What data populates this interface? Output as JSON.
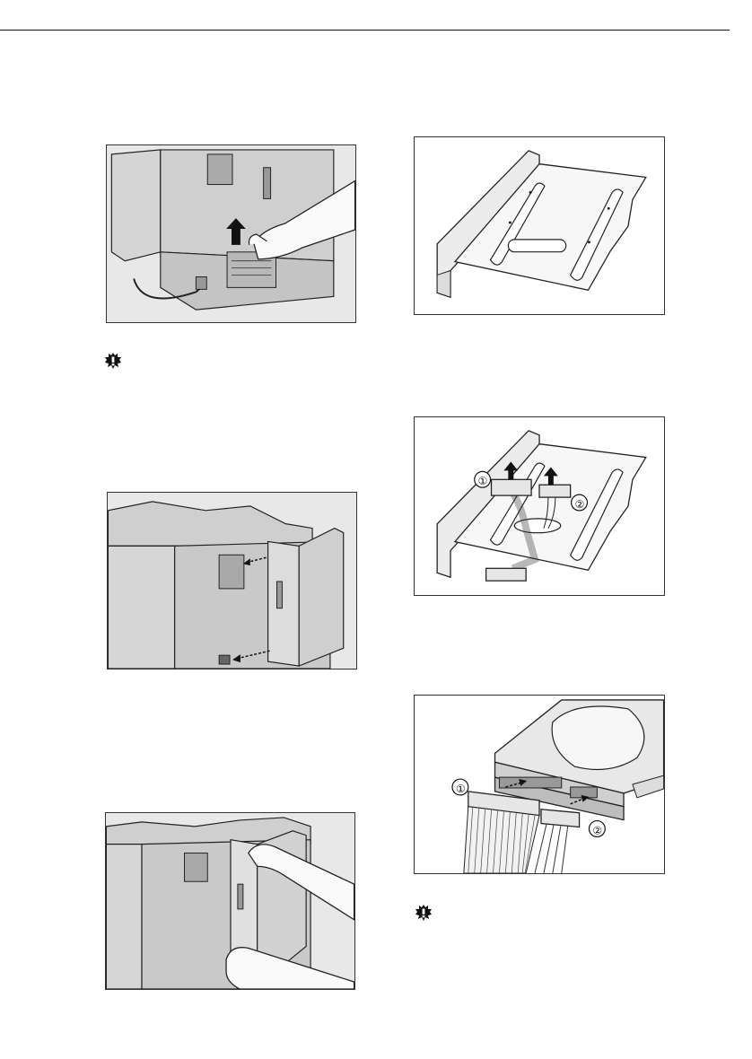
{
  "figures": {
    "fig1_callouts": [],
    "fig5_callouts": [
      "①",
      "②"
    ],
    "fig6_callouts": [
      "①",
      "②"
    ]
  },
  "icons": {
    "important": "important-icon",
    "arrow": "arrow-up-icon"
  },
  "colors": {
    "figure_gray": "#e9e9e9",
    "figure_white": "#ffffff",
    "line": "#222222"
  }
}
